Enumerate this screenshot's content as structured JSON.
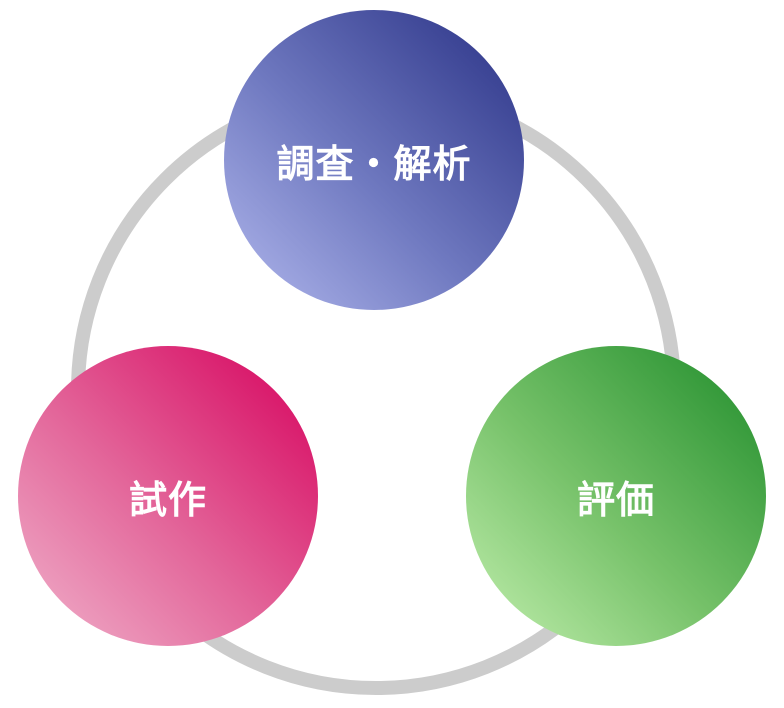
{
  "cycle": {
    "nodes": [
      {
        "label": "調査・解析",
        "color_light": "#b3b9ee",
        "color_dark": "#283084"
      },
      {
        "label": "試作",
        "color_light": "#f0b3cc",
        "color_dark": "#d6005c"
      },
      {
        "label": "評価",
        "color_light": "#c4f0b0",
        "color_dark": "#1e8c2a"
      }
    ],
    "ring_color": "#cccccc"
  }
}
